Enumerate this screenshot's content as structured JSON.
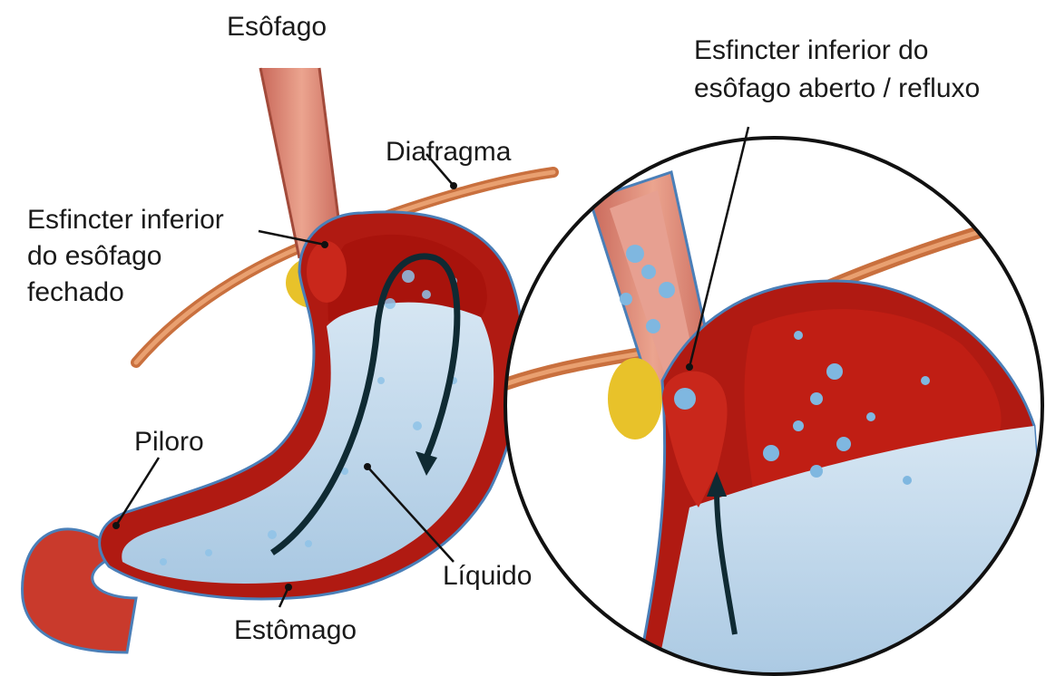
{
  "labels": {
    "esofago": "Esôfago",
    "diafragma": "Diafragma",
    "esfincter_fechado": [
      "Esfincter inferior",
      "do esôfago",
      "fechado"
    ],
    "esfincter_aberto": [
      "Esfincter inferior do",
      "esôfago aberto / refluxo"
    ],
    "piloro": "Piloro",
    "liquido": "Líquido",
    "estomago": "Estômago"
  },
  "colors": {
    "background": "#ffffff",
    "stomach_wall": "#b01a12",
    "stomach_lining": "#d8443a",
    "liquid": "#bcd6ea",
    "bubble": "#7fb7e0",
    "fat": "#e8c22a",
    "diaphragm": "#d9824e",
    "esophagus": "#d9826c",
    "outline": "#4a7fb8",
    "leader": "#111111"
  }
}
